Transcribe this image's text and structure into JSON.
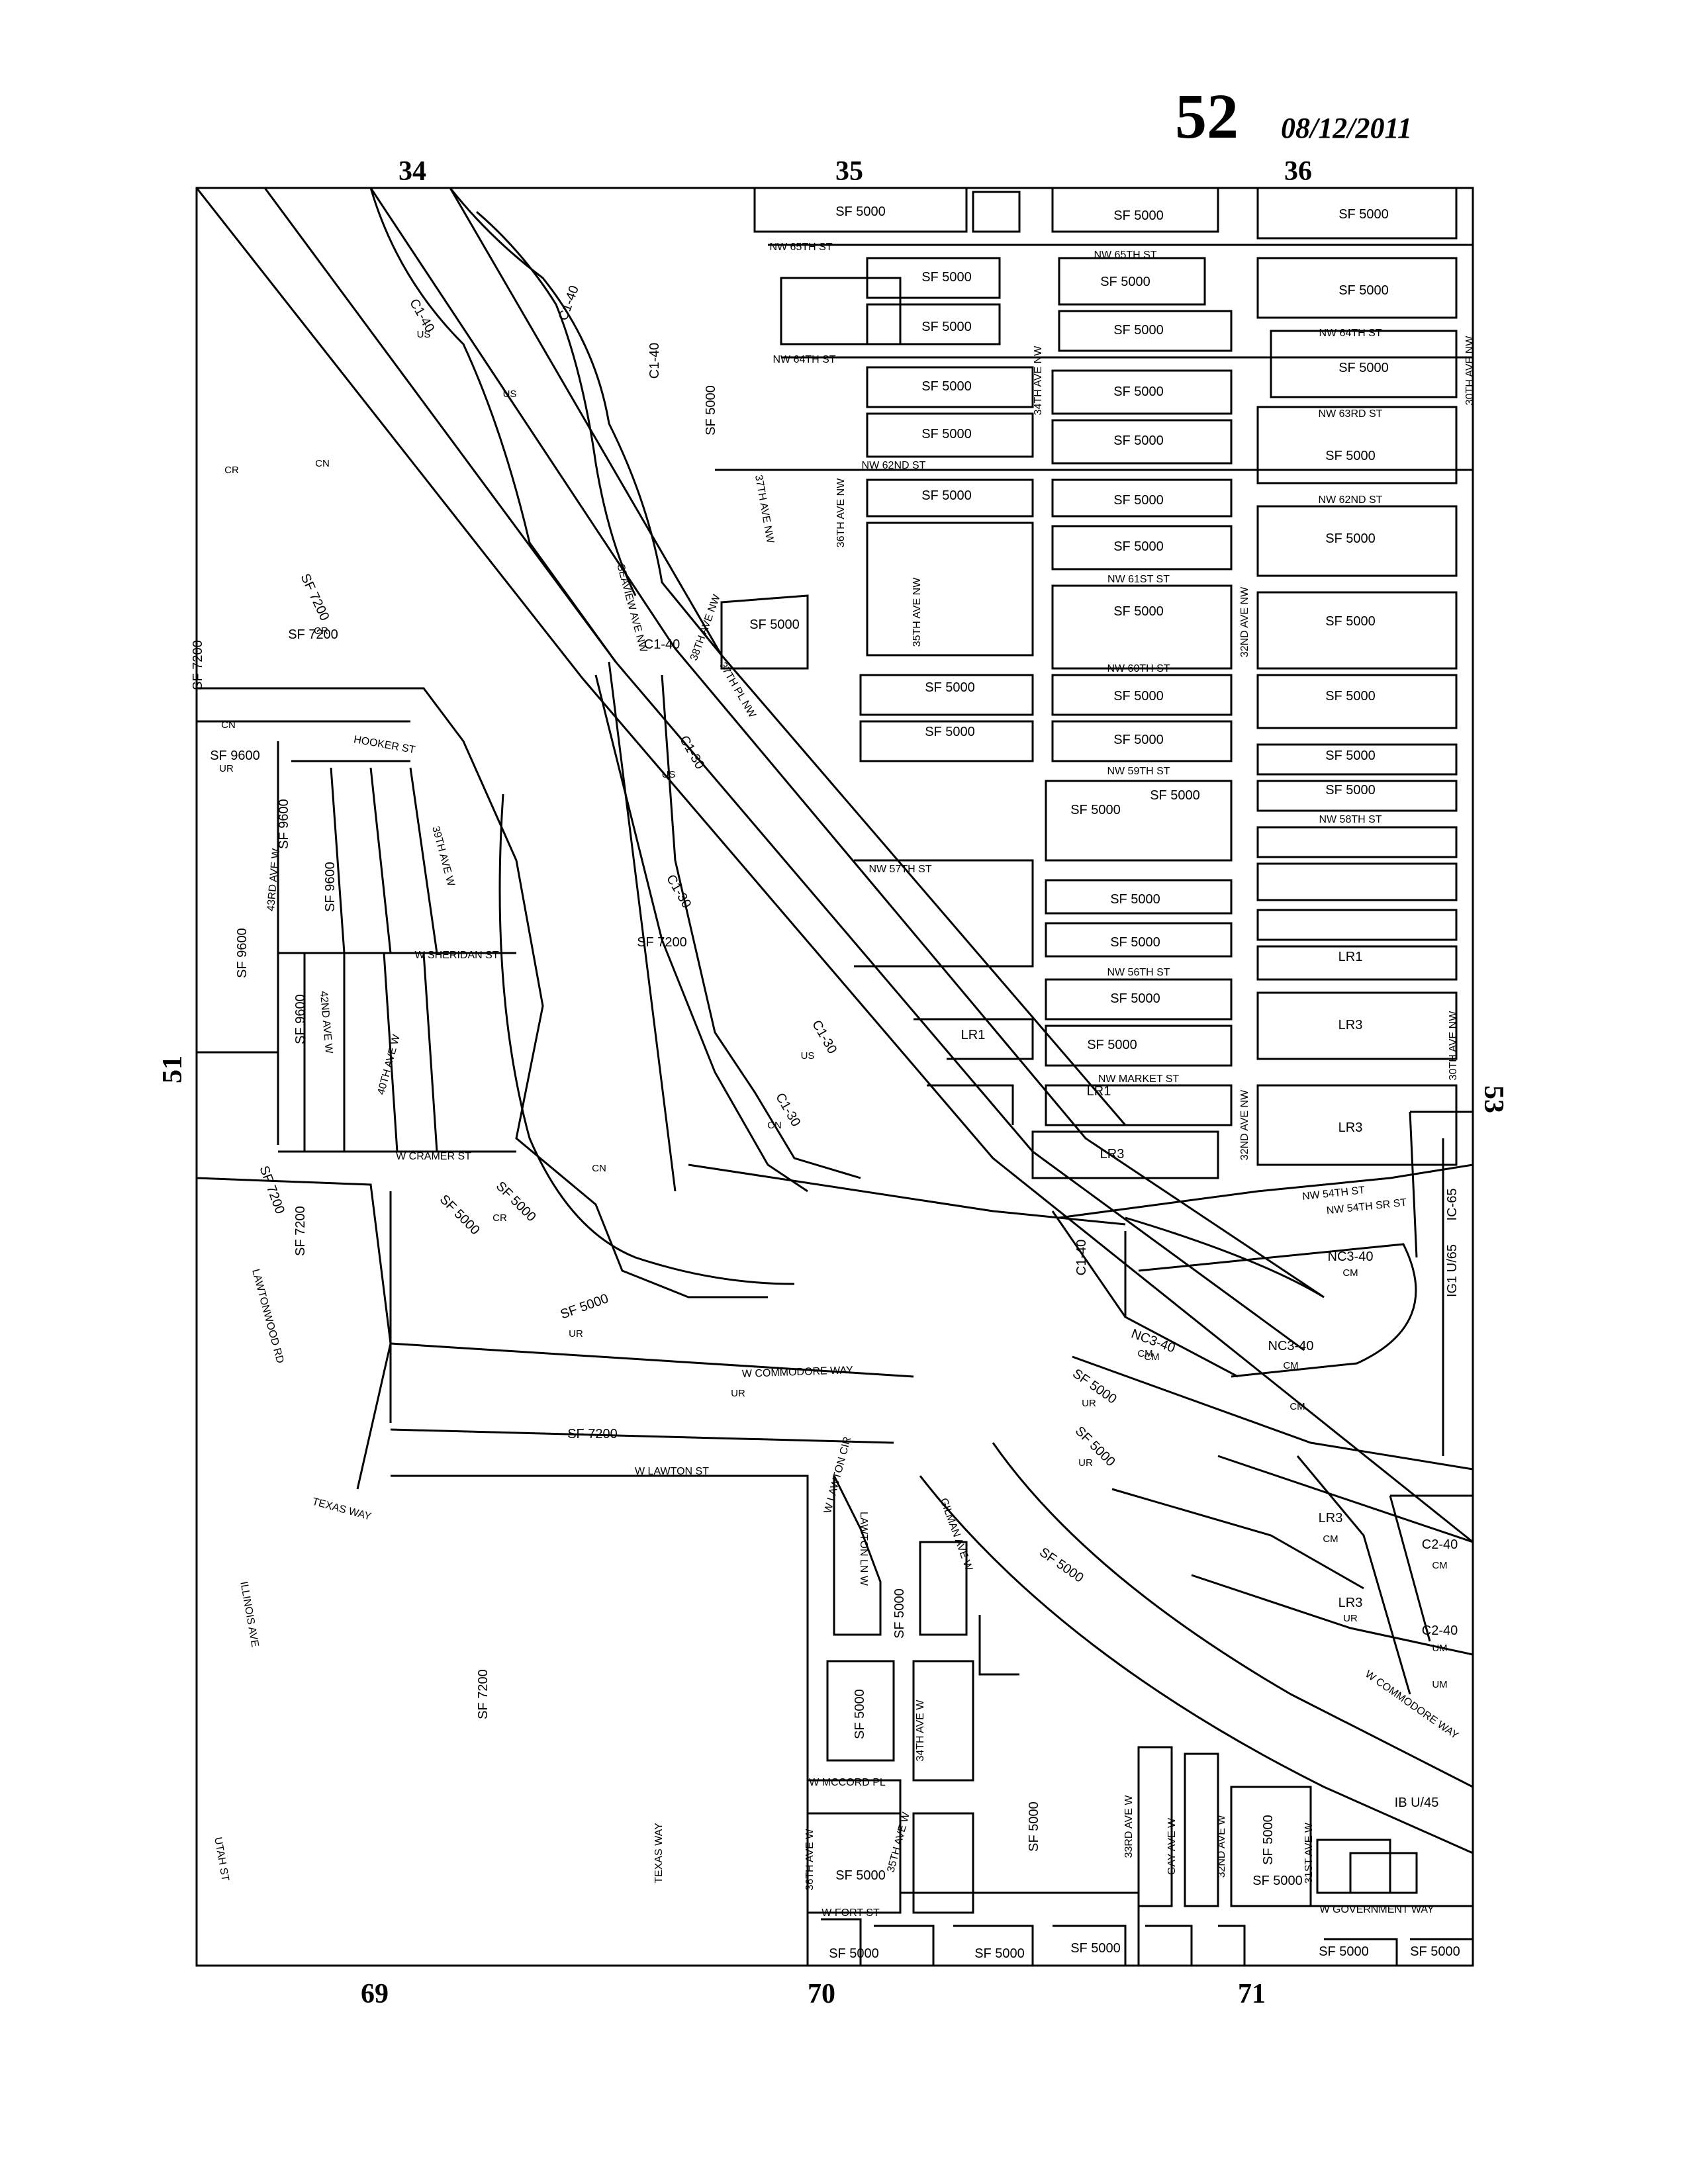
{
  "page_number": "52",
  "date": "08/12/2011",
  "grid": {
    "top": [
      "34",
      "35",
      "36"
    ],
    "bottom": [
      "69",
      "70",
      "71"
    ],
    "left": "51",
    "right": "53"
  },
  "zones": [
    "SF 5000",
    "SF 5000",
    "SF 5000",
    "SF 5000",
    "SF 5000",
    "SF 5000",
    "SF 5000",
    "SF 5000",
    "SF 5000",
    "SF 5000",
    "SF 5000",
    "SF 5000",
    "SF 5000",
    "SF 5000",
    "SF 5000",
    "SF 5000",
    "SF 5000",
    "SF 5000",
    "SF 5000",
    "SF 5000",
    "SF 5000",
    "SF 5000",
    "SF 5000",
    "SF 5000",
    "SF 5000",
    "SF 5000",
    "SF 5000",
    "SF 5000",
    "SF 5000",
    "SF 5000",
    "LR1",
    "LR3",
    "LR1",
    "LR1",
    "LR3",
    "LR3",
    "SF 5000",
    "SF 5000",
    "SF 5000",
    "SF 5000",
    "SF 7200",
    "SF 7200",
    "SF 7200",
    "SF 7200",
    "SF 9600",
    "SF 9600",
    "C1-40",
    "C1-40",
    "C1-40",
    "C1-30",
    "C1-30",
    "C1-30",
    "C1-30",
    "NC3-40",
    "NC3-40",
    "NC3-40",
    "LR3",
    "LR3",
    "C2-40",
    "C2-40",
    "IB U/45",
    "SF 5000",
    "SF 5000",
    "SF 5000",
    "SF 5000",
    "SF 5000",
    "SF 5000",
    "SF 5000",
    "SF 5000",
    "SF 5000",
    "SF 5000",
    "SF 5000",
    "SF 5000",
    "SF 5000",
    "SF 5000",
    "SF 5000",
    "SF 5000",
    "SF 5000",
    "SF 5000",
    "SF 7200",
    "SF 7200",
    "SF 7200",
    "SF 7200",
    "SF 9600",
    "SF 9600",
    "SF 9600",
    "C1-40",
    "IC-65",
    "IG1 U/65",
    "C1-40"
  ],
  "subs": [
    "US",
    "US",
    "CN",
    "CR",
    "CN",
    "CR",
    "UR",
    "US",
    "US",
    "CN",
    "CN",
    "CR",
    "UR",
    "CM",
    "CM",
    "CM",
    "CM",
    "UR",
    "UM",
    "UR",
    "UR",
    "CM",
    "CM",
    "CM",
    "UR",
    "UM"
  ],
  "streets": [
    "NW 65TH ST",
    "NW 65TH ST",
    "NW 64TH ST",
    "NW 64TH ST",
    "NW 63RD ST",
    "NW 62ND ST",
    "NW 62ND ST",
    "NW 61ST ST",
    "NW 60TH ST",
    "NW 59TH ST",
    "NW 58TH ST",
    "NW 57TH ST",
    "NW 56TH ST",
    "NW MARKET ST",
    "NW 54TH ST",
    "NW 54TH SR ST",
    "34TH AVE NW",
    "32ND AVE NW",
    "32ND AVE NW",
    "30TH AVE NW",
    "30TH AVE NW",
    "36TH AVE NW",
    "37TH AVE NW",
    "35TH AVE NW",
    "SEAVIEW AVE NW",
    "38TH AVE NW",
    "37TH PL NW",
    "HOOKER ST",
    "39TH AVE W",
    "43RD AVE W",
    "42ND AVE W",
    "40TH AVE W",
    "W SHERIDAN ST",
    "W CRAMER ST",
    "W COMMODORE WAY",
    "W LAWTON ST",
    "W LAWTON CIR",
    "LAWTON LN W",
    "GILMAN AVE W",
    "TEXAS WAY",
    "TEXAS WAY",
    "ILLINOIS AVE",
    "UTAH ST",
    "LAWTONWOOD RD",
    "34TH AVE W",
    "W MCCORD PL",
    "36TH AVE W",
    "35TH AVE W",
    "W FORT ST",
    "33RD AVE W",
    "GAY AVE W",
    "32ND AVE W",
    "31ST AVE W",
    "W GOVERNMENT WAY",
    "W COMMODORE WAY"
  ]
}
